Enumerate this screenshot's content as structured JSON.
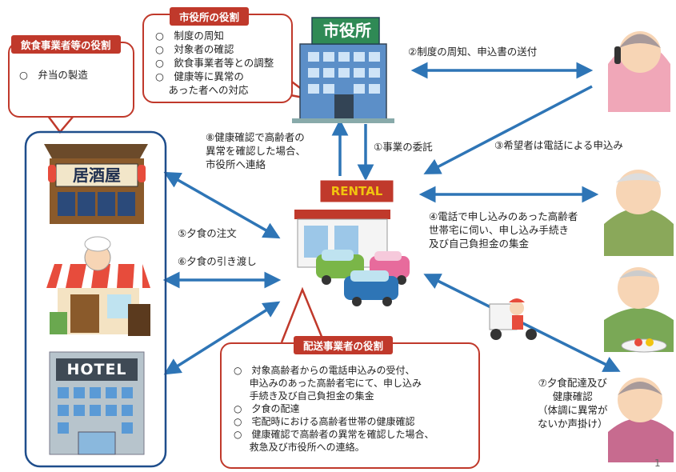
{
  "city_office": {
    "title": "市役所の役割",
    "items": [
      "○　制度の周知",
      "○　対象者の確認",
      "○　飲食事業者等との調整",
      "○　健康等に異常の\n　 あった者への対応"
    ],
    "sign": "市役所"
  },
  "food_business": {
    "title": "飲食事業者等の役割",
    "items": [
      "○　弁当の製造"
    ]
  },
  "delivery_business": {
    "title": "配送事業者の役割",
    "items": [
      "○　対象高齢者からの電話申込みの受付、\n　  申込みのあった高齢者宅にて、申し込み\n　  手続き及び自己負担金の集金",
      "○　夕食の配達",
      "○　宅配時における高齢者世帯の健康確認",
      "○　健康確認で高齢者の異常を確認した場合、\n　  救急及び市役所への連絡。"
    ]
  },
  "shops": {
    "izakaya": "居酒屋",
    "hotel": "HOTEL",
    "rental": "RENTAL"
  },
  "flows": {
    "f1": "①事業の委託",
    "f2": "②制度の周知、申込書の送付",
    "f3": "③希望者は電話による申込み",
    "f4": "④電話で申し込みのあった高齢者\n世帯宅に伺い、申し込み手続き\n及び自己負担金の集金",
    "f5": "⑤夕食の注文",
    "f6": "⑥夕食の引き渡し",
    "f7": "⑦夕食配達及び\n健康確認\n（体調に異常が\nないか声掛け）",
    "f8": "⑧健康確認で高齢者の\n異常を確認した場合、\n市役所へ連絡"
  },
  "page_number": "1",
  "colors": {
    "accent_red": "#c0392b",
    "arrow_blue": "#2e75b6",
    "shop_border": "#1f4e8c"
  },
  "icons": [
    "city-hall-icon",
    "rental-store-icon",
    "izakaya-icon",
    "bakery-icon",
    "hotel-icon",
    "delivery-scooter-icon",
    "elderly-woman-phone-icon",
    "elderly-man-icon",
    "elderly-man-eating-icon",
    "elderly-woman-worried-icon"
  ]
}
